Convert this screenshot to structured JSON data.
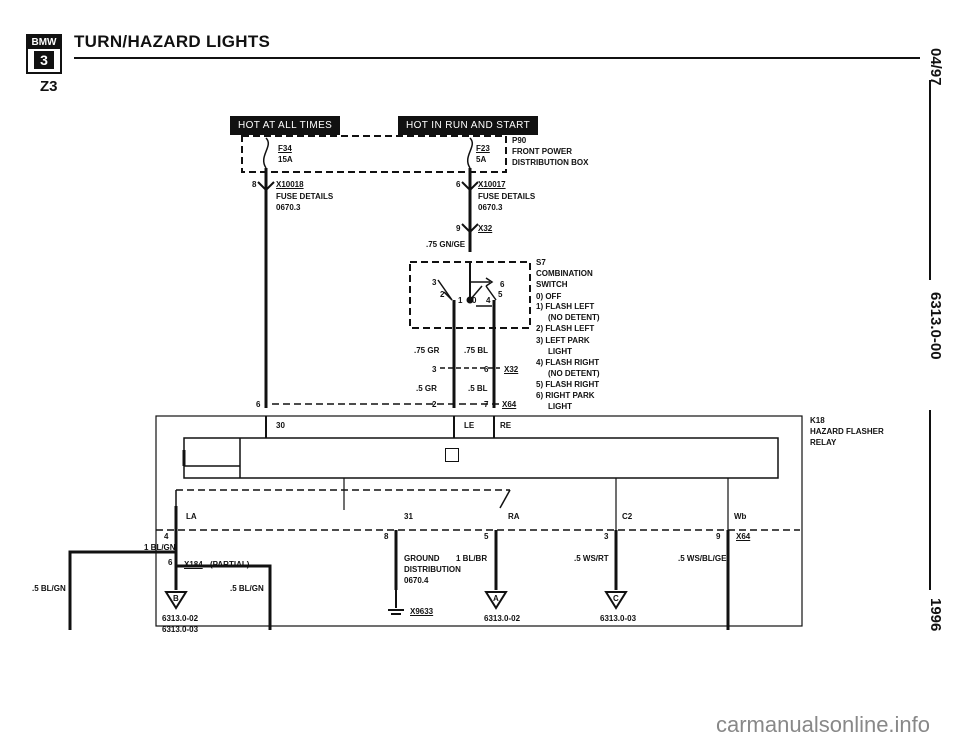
{
  "header": {
    "logo_top": "BMW",
    "logo_number": "3",
    "title": "TURN/HAZARD LIGHTS",
    "model": "Z3"
  },
  "side": {
    "date": "04/97",
    "page": "6313.0-00",
    "year": "1996"
  },
  "supply": {
    "hot_all_times": "HOT AT ALL TIMES",
    "hot_run_start": "HOT IN RUN AND START",
    "fuse_left_id": "F34",
    "fuse_left_rating": "15A",
    "fuse_right_id": "F23",
    "fuse_right_rating": "5A",
    "p90_id": "P90",
    "p90_line1": "FRONT POWER",
    "p90_line2": "DISTRIBUTION BOX",
    "conn_left_pin": "8",
    "conn_left_id": "X10018",
    "conn_left_line1": "FUSE DETAILS",
    "conn_left_line2": "0670.3",
    "conn_right_pin": "6",
    "conn_right_id": "X10017",
    "conn_right_line1": "FUSE DETAILS",
    "conn_right_line2": "0670.3",
    "x32_pin": "9",
    "x32_id": "X32",
    "wire_gnge": ".75 GN/GE"
  },
  "switch": {
    "id": "S7",
    "line1": "COMBINATION",
    "line2": "SWITCH",
    "positions": [
      "0)  OFF",
      "1)  FLASH LEFT",
      "(NO DETENT)",
      "2)  FLASH LEFT",
      "3)  LEFT PARK",
      "LIGHT",
      "4)  FLASH RIGHT",
      "(NO DETENT)",
      "5)  FLASH RIGHT",
      "6)  RIGHT PARK",
      "LIGHT"
    ],
    "pos_labels": [
      "3",
      "2",
      "1",
      "0",
      "4",
      "5",
      "6"
    ],
    "wire_gr75": ".75 GR",
    "wire_bl75": ".75 BL",
    "pin_3": "3",
    "pin_6": "6",
    "x32b": "X32",
    "wire_gr5": ".5 GR",
    "wire_bl5": ".5 BL",
    "pin_2": "2",
    "pin_7": "7",
    "x64": "X64",
    "pin_6b": "6"
  },
  "relay": {
    "id": "K18",
    "line1": "HAZARD FLASHER",
    "line2": "RELAY",
    "pin_30": "30",
    "pin_le": "LE",
    "pin_re": "RE",
    "pin_la": "LA",
    "pin_31": "31",
    "pin_ra": "RA",
    "pin_c2": "C2",
    "pin_wb": "Wb"
  },
  "bottom": {
    "pin_4": "4",
    "wire_blgn1": "1 BL/GN",
    "x184_pin": "6",
    "x184_id": "X184",
    "x184_note": "(PARTIAL)",
    "wire_blgn5_left": ".5 BL/GN",
    "wire_blgn5_right": ".5 BL/GN",
    "tri_b": "B",
    "ref_b1": "6313.0-02",
    "ref_b2": "6313.0-03",
    "pin_8": "8",
    "ground_line1": "GROUND",
    "ground_line2": "DISTRIBUTION",
    "ground_line3": "0670.4",
    "x9633": "X9633",
    "pin_5": "5",
    "wire_blbr": "1 BL/BR",
    "tri_a": "A",
    "ref_a": "6313.0-02",
    "pin_3": "3",
    "wire_wsrt": ".5 WS/RT",
    "tri_c": "C",
    "ref_c": "6313.0-03",
    "pin_9": "9",
    "x64": "X64",
    "wire_wsblge": ".5 WS/BL/GE"
  },
  "footer": {
    "watermark": "carmanualsonline.info"
  }
}
